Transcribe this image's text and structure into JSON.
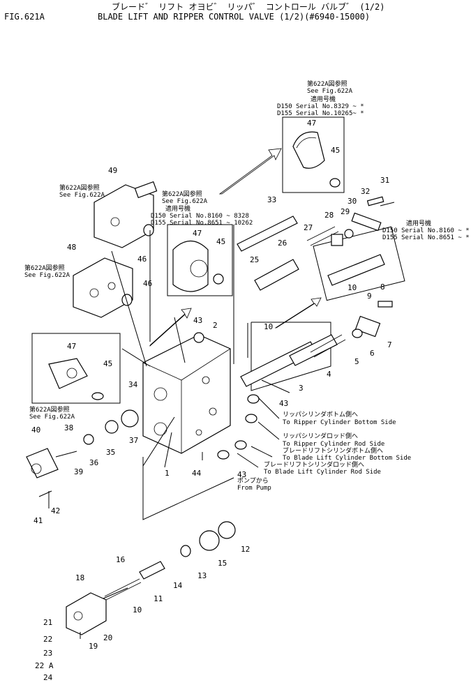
{
  "header": {
    "title_jp": "ブレード゛ リフト オヨビ゛ リッパ゛ コントロール バルブ゛ (1/2)",
    "fig_no": "FIG.621A",
    "title_en": "BLADE LIFT AND RIPPER CONTROL VALVE (1/2)(#6940-15000)"
  },
  "notes": {
    "ref_jp": "第622A図参照",
    "see_fig": "See Fig.622A",
    "applicable_jp": "適用号機",
    "d150_8329": "D150 Serial  No.8329 ~ *",
    "d155_10265": "D155 Serial  No.10265~ *",
    "d150_8160_8328": "D150 Serial  No.8160 ~ 8328",
    "d155_8651_10262": "D155 Serial  No.8651 ~ 10262",
    "d150_8160": "D150 Serial  No.8160 ~ *",
    "d155_8651": "D155 Serial  No.8651 ~ *"
  },
  "ports": [
    {
      "jp": "リッパシリンダボトム側へ",
      "en": "To  Ripper  Cylinder  Bottom  Side"
    },
    {
      "jp": "リッパシリンダロッド側へ",
      "en": "To  Ripper  Cylinder  Rod  Side"
    },
    {
      "jp": "ブレードリフトシリンダボトム側へ",
      "en": "To  Blade  Lift  Cylinder  Bottom  Side"
    },
    {
      "jp": "ブレードリフトシリンダロッド側へ",
      "en": "To  Blade  Lift  Cylinder  Rod  Side"
    },
    {
      "jp": "ポンプから",
      "en": "From  Pump"
    }
  ],
  "parts": [
    "1",
    "2",
    "3",
    "4",
    "5",
    "6",
    "7",
    "8",
    "9",
    "10",
    "10",
    "10",
    "11",
    "12",
    "13",
    "14",
    "15",
    "16",
    "18",
    "19",
    "20",
    "21",
    "22",
    "22 A",
    "23",
    "24",
    "25",
    "26",
    "27",
    "28",
    "29",
    "30",
    "31",
    "32",
    "33",
    "34",
    "35",
    "36",
    "37",
    "38",
    "39",
    "40",
    "41",
    "42",
    "43",
    "43",
    "43",
    "44",
    "45",
    "45",
    "45",
    "46",
    "46",
    "47",
    "47",
    "47",
    "48",
    "49"
  ]
}
